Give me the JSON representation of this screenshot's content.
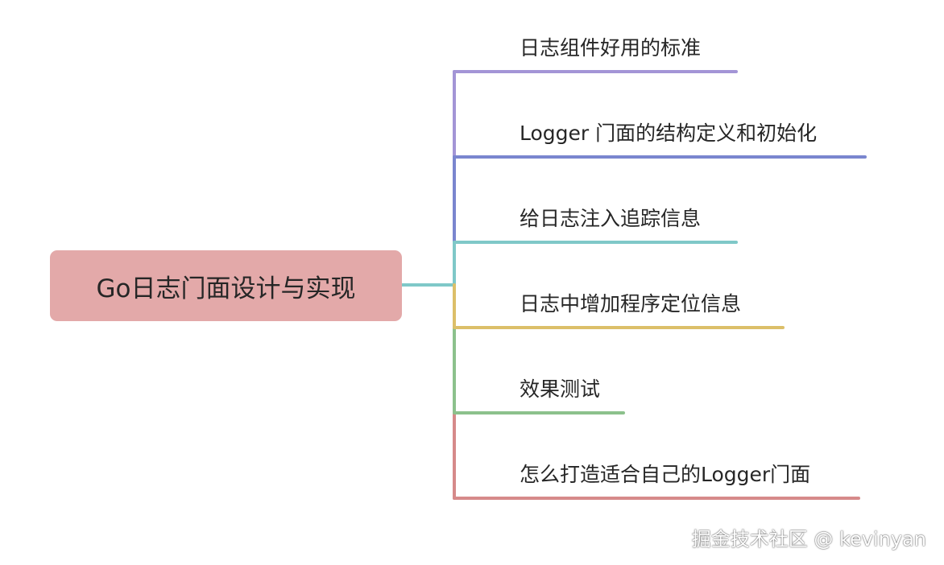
{
  "root": {
    "label": "Go日志门面设计与实现",
    "color": "#e3a9a9",
    "connector_color": "#7fc8c8"
  },
  "branches": [
    {
      "label": "日志组件好用的标准",
      "color": "#a395d6"
    },
    {
      "label": "Logger 门面的结构定义和初始化",
      "color": "#7a86cf"
    },
    {
      "label": "给日志注入追踪信息",
      "color": "#7fc8c8"
    },
    {
      "label": "日志中增加程序定位信息",
      "color": "#dcbf69"
    },
    {
      "label": "效果测试",
      "color": "#8cc18c"
    },
    {
      "label": "怎么打造适合自己的Logger门面",
      "color": "#d68a8a"
    }
  ],
  "watermark": "掘金技术社区 @ kevinyan"
}
